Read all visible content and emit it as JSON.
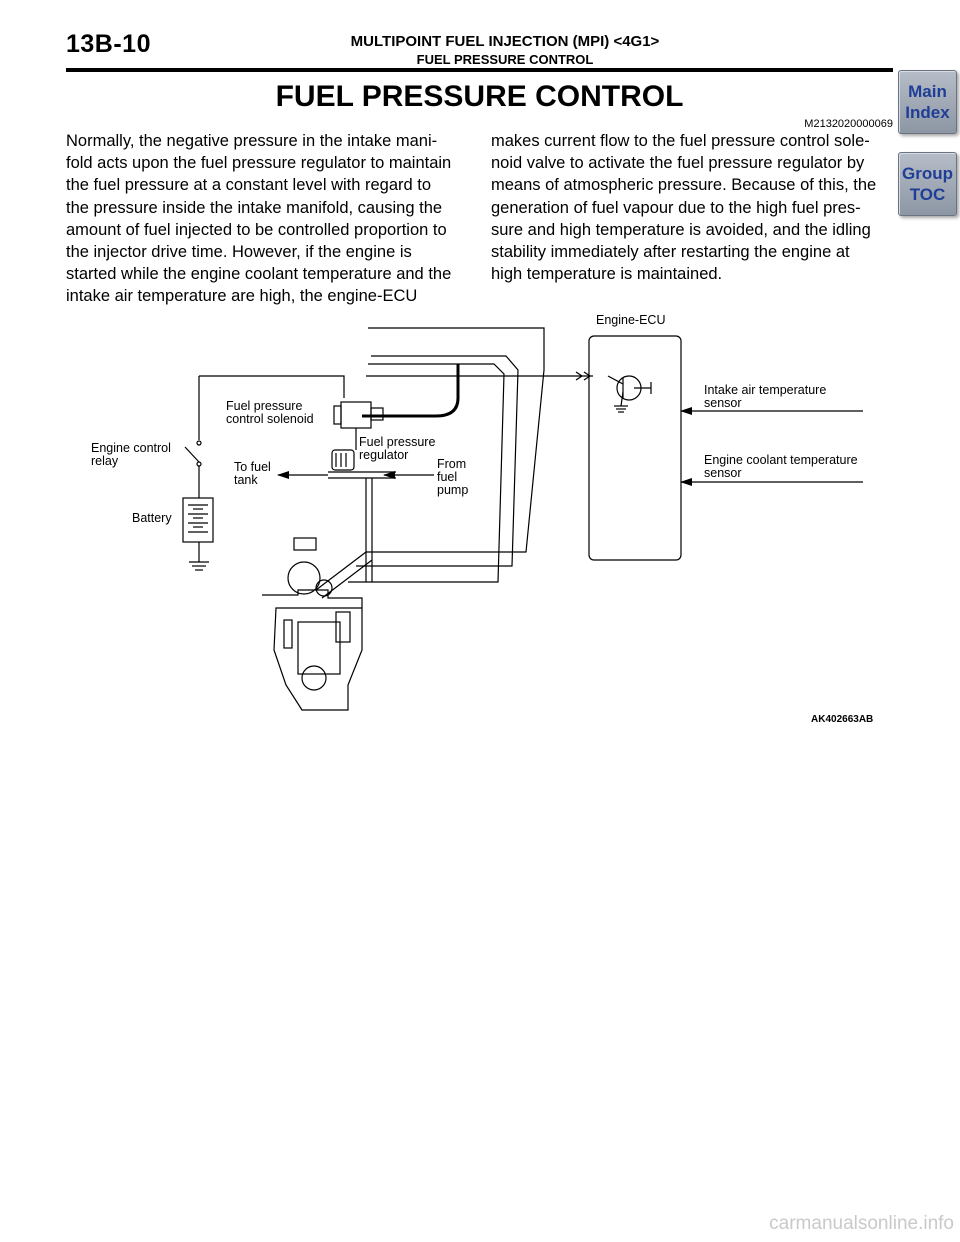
{
  "header": {
    "page_number": "13B-10",
    "title": "MULTIPOINT FUEL INJECTION (MPI) <4G1>",
    "subtitle": "FUEL PRESSURE CONTROL"
  },
  "section": {
    "title": "FUEL PRESSURE CONTROL",
    "code": "M2132020000069"
  },
  "body": {
    "left_lines": [
      "Normally, the negative pressure in the intake mani-",
      "fold acts upon the fuel pressure regulator to maintain",
      "the fuel pressure at a constant level with regard to",
      "the pressure inside the intake manifold, causing the",
      "amount of fuel injected to be controlled proportion to",
      "the injector drive time. However, if the engine is",
      "started while the engine coolant temperature and the",
      "intake air temperature are high, the engine-ECU"
    ],
    "right_lines": [
      "makes current flow to the fuel pressure control sole-",
      "noid valve to activate the fuel pressure regulator by",
      "means of atmospheric pressure. Because of this, the",
      "generation of fuel vapour due to the high fuel pres-",
      "sure and high temperature is avoided, and the idling",
      "stability immediately after restarting the engine at",
      "high temperature is maintained."
    ]
  },
  "nav": {
    "main_index": [
      "Main",
      "Index"
    ],
    "group_toc": [
      "Group",
      "TOC"
    ]
  },
  "diagram": {
    "engine_ecu": "Engine-ECU",
    "fuel_pressure_control_solenoid": [
      "Fuel pressure",
      "control solenoid"
    ],
    "fuel_pressure_regulator": [
      "Fuel pressure",
      "regulator"
    ],
    "engine_control_relay": [
      "Engine control",
      "relay"
    ],
    "battery": "Battery",
    "to_fuel_tank": [
      "To fuel",
      "tank"
    ],
    "from_fuel_pump": [
      "From",
      "fuel",
      "pump"
    ],
    "intake_air_temperature_sensor": [
      "Intake air temperature",
      "sensor"
    ],
    "engine_coolant_temperature_sensor": [
      "Engine coolant temperature",
      "sensor"
    ],
    "figure_code": "AK402663AB"
  },
  "watermark": "carmanualsonline.info"
}
